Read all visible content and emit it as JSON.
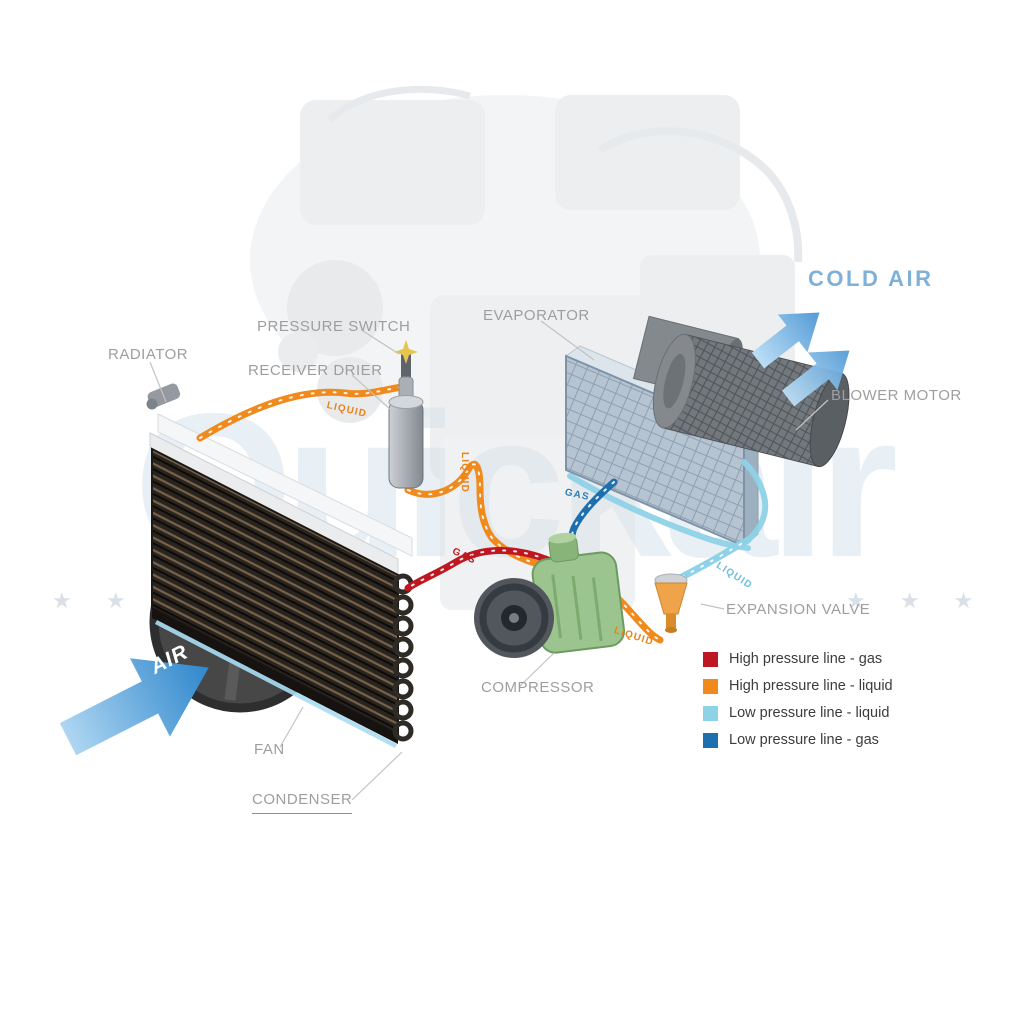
{
  "watermark": {
    "text": "Quickair",
    "stars_left": "★ ★ ★",
    "stars_right": "★ ★ ★"
  },
  "labels": {
    "radiator": "RADIATOR",
    "pressure_switch": "PRESSURE SWITCH",
    "receiver_drier": "RECEIVER DRIER",
    "evaporator": "EVAPORATOR",
    "cold_air": "COLD AIR",
    "blower_motor": "BLOWER MOTOR",
    "expansion_valve": "EXPANSION VALVE",
    "compressor": "COMPRESSOR",
    "fan": "FAN",
    "condenser": "CONDENSER",
    "air": "AIR"
  },
  "line_labels": {
    "liquid_condenser_out": "LIQUID",
    "liquid_drier_down": "LIQUID",
    "liquid_to_valve": "LIQUID",
    "liquid_low_pressure": "LIQUID",
    "gas_high_pressure": "GAS",
    "gas_low_pressure": "GAS"
  },
  "legend": {
    "items": [
      {
        "label": "High pressure line - gas",
        "color": "#bf1722"
      },
      {
        "label": "High pressure line - liquid",
        "color": "#f08a1d"
      },
      {
        "label": "Low pressure line - liquid",
        "color": "#8ed2e8"
      },
      {
        "label": "Low pressure line -  gas",
        "color": "#1d6fae"
      }
    ]
  }
}
